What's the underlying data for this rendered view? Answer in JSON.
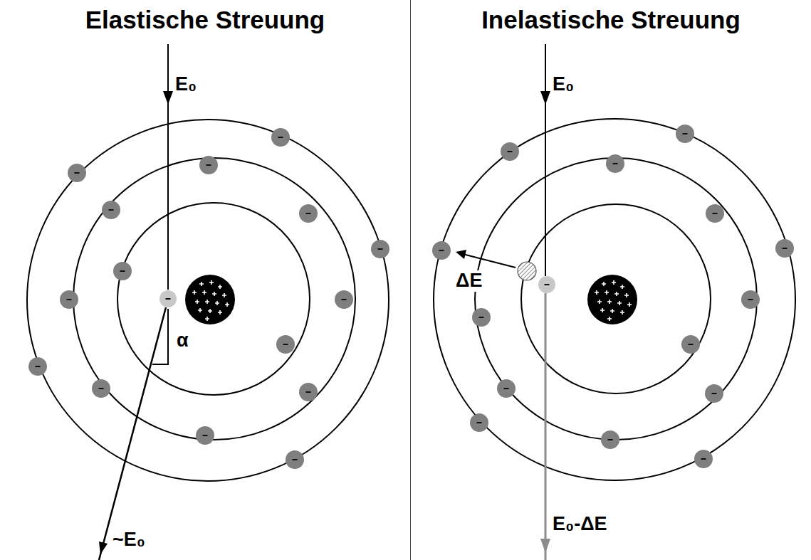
{
  "diagram": {
    "nodes": [
      {
        "text": [
          "Elastische Streuung"
        ]
      },
      {
        "text": [
          "Inelastische Streuung"
        ]
      }
    ],
    "labels": [
      "E₀",
      "~E₀",
      "α",
      "E₀",
      "ΔE",
      "E₀-ΔE"
    ]
  }
}
